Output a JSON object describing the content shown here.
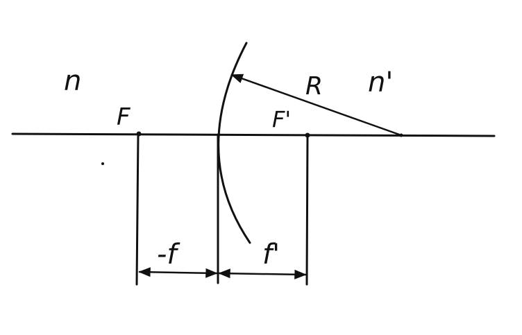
{
  "labels": {
    "medium_left": "n",
    "medium_right": "n'",
    "radius": "R",
    "focus_object": "F",
    "focus_image": "F'",
    "focal_object": "-f",
    "focal_image": "f'"
  },
  "colors": {
    "ink": "#111111",
    "background": "#ffffff"
  }
}
